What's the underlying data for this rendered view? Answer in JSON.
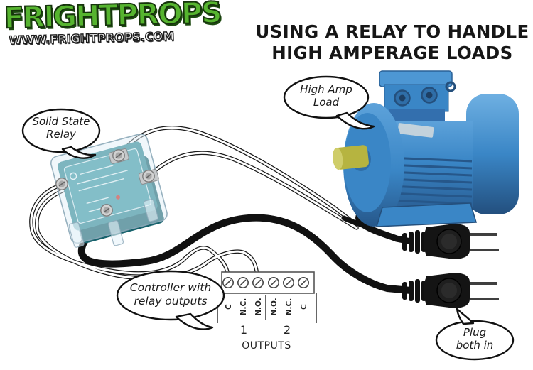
{
  "logo": {
    "title": "FRIGHTPROPS",
    "url": "WWW.FRIGHTPROPS.COM"
  },
  "title": {
    "line1": "USING A RELAY TO HANDLE",
    "line2": "HIGH AMPERAGE LOADS"
  },
  "bubbles": {
    "relay": {
      "line1": "Solid State",
      "line2": "Relay"
    },
    "load": {
      "line1": "High Amp",
      "line2": "Load"
    },
    "controller": {
      "line1": "Controller with",
      "line2": "relay outputs"
    },
    "plug": {
      "line1": "Plug",
      "line2": "both in"
    }
  },
  "terminal_block": {
    "labels": [
      "C",
      "N.C.",
      "N.O.",
      "N.O.",
      "N.C.",
      "C"
    ],
    "groups": [
      "1",
      "2"
    ],
    "caption": "OUTPUTS"
  },
  "colors": {
    "logo_green": "#56b42f",
    "title_text": "#161616",
    "motor_blue": "#3a86c6",
    "motor_blue_dark": "#2a6096",
    "relay_teal": "#2f8892",
    "shaft_yellow": "#b6b440",
    "cable_black": "#111111"
  }
}
